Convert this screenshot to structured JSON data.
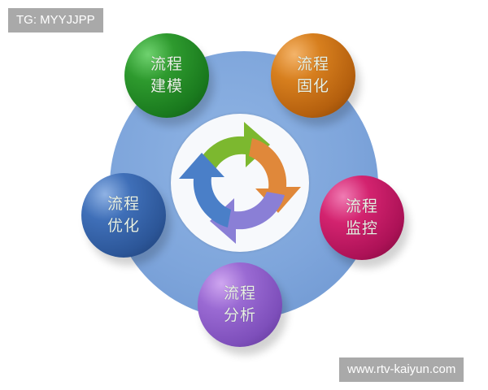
{
  "watermarks": {
    "top_left": "TG: MYYJJPP",
    "bottom_right": "www.rtv-kaiyun.com"
  },
  "diagram": {
    "type": "process-cycle",
    "center_icon": "cycle-arrows-icon",
    "colors": {
      "background_disc": "#7ea5db",
      "ring": "#f7f9fc",
      "arrow_green": "#7cb82f",
      "arrow_orange": "#e0883a",
      "arrow_purple": "#8a7fd6",
      "arrow_blue": "#4a7fc8"
    },
    "nodes": [
      {
        "id": "modeling",
        "line1": "流程",
        "line2": "建模",
        "color": "#1a7a1e"
      },
      {
        "id": "solidify",
        "line1": "流程",
        "line2": "固化",
        "color": "#b5600e"
      },
      {
        "id": "monitor",
        "line1": "流程",
        "line2": "监控",
        "color": "#ad1257"
      },
      {
        "id": "analysis",
        "line1": "流程",
        "line2": "分析",
        "color": "#7e4fbb"
      },
      {
        "id": "optimize",
        "line1": "流程",
        "line2": "优化",
        "color": "#2c5698"
      }
    ]
  }
}
